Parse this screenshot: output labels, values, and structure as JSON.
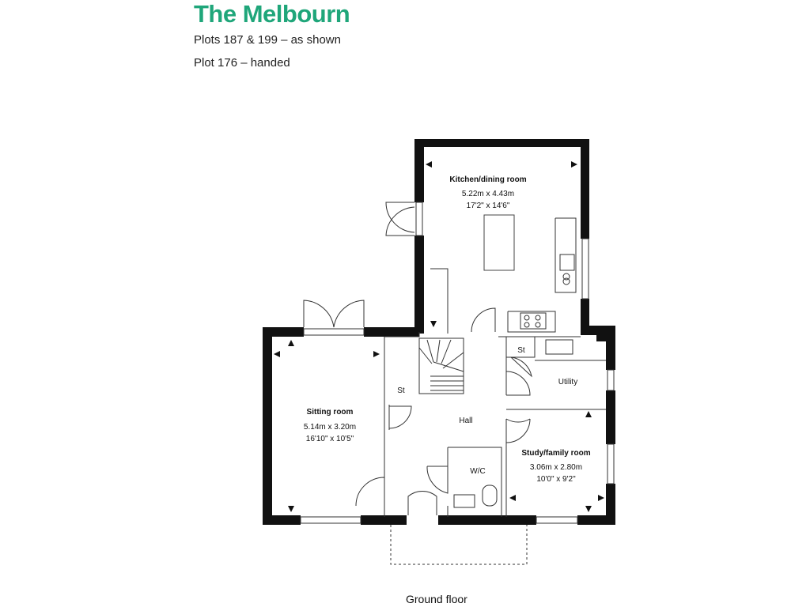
{
  "header": {
    "title": "The Melbourn",
    "subtitle_1": "Plots 187 & 199 – as shown",
    "subtitle_2": "Plot 176 – handed"
  },
  "rooms": {
    "kitchen": {
      "name": "Kitchen/dining room",
      "metric": "5.22m x 4.43m",
      "imperial": "17'2\" x 14'6\""
    },
    "sitting": {
      "name": "Sitting room",
      "metric": "5.14m x 3.20m",
      "imperial": "16'10\" x 10'5\""
    },
    "study": {
      "name": "Study/family room",
      "metric": "3.06m x 2.80m",
      "imperial": "10'0\" x 9'2\""
    },
    "utility": {
      "name": "Utility"
    },
    "hall": {
      "name": "Hall"
    },
    "wc": {
      "name": "W/C"
    },
    "store1": {
      "name": "St"
    },
    "store2": {
      "name": "St"
    }
  },
  "caption": "Ground floor",
  "colors": {
    "title": "#1fa67a",
    "wall": "#111111"
  }
}
